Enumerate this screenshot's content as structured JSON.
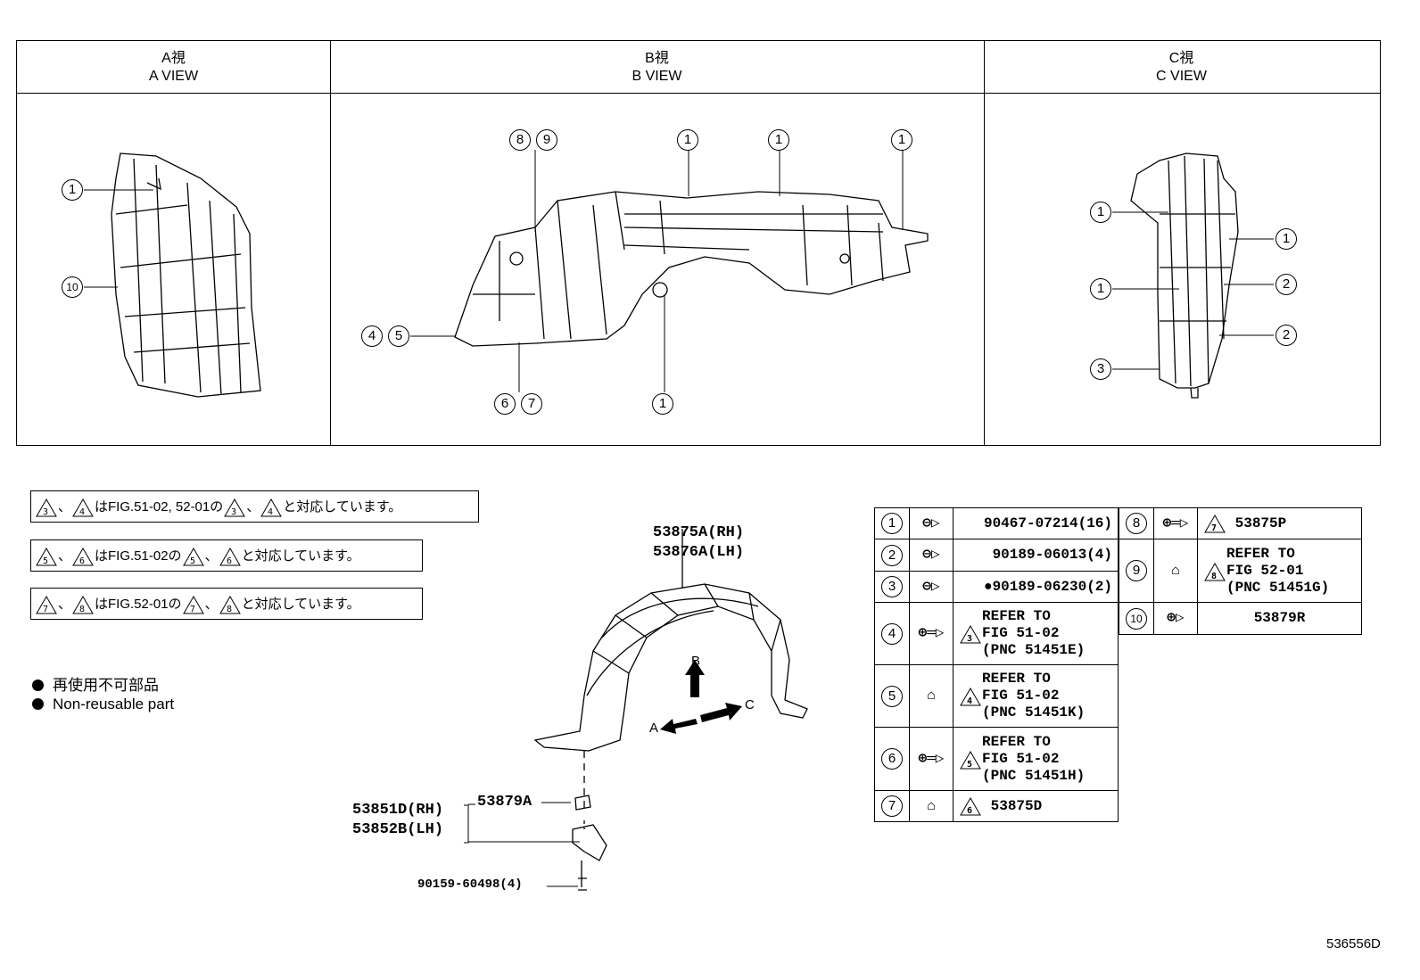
{
  "views": [
    {
      "jp": "A視",
      "en": "A VIEW"
    },
    {
      "jp": "B視",
      "en": "B VIEW"
    },
    {
      "jp": "C視",
      "en": "C VIEW"
    }
  ],
  "view_a_callouts": [
    "1",
    "10"
  ],
  "view_b_callouts": [
    "8",
    "9",
    "1",
    "1",
    "1",
    "4",
    "5",
    "6",
    "7",
    "1"
  ],
  "view_c_callouts": [
    "1",
    "1",
    "1",
    "2",
    "2",
    "3"
  ],
  "notes": [
    {
      "t1": "3",
      "t2": "4",
      "pre": "、",
      "mid": "はFIG.51-02, 52-01の",
      "t3": "3",
      "t4": "4",
      "sep": "、",
      "post": "と対応しています。"
    },
    {
      "t1": "5",
      "t2": "6",
      "pre": "、",
      "mid": "はFIG.51-02の",
      "t3": "5",
      "t4": "6",
      "sep": "、",
      "post": "と対応しています。"
    },
    {
      "t1": "7",
      "t2": "8",
      "pre": "、",
      "mid": "はFIG.52-01の",
      "t3": "7",
      "t4": "8",
      "sep": "、",
      "post": "と対応しています。"
    }
  ],
  "legend": {
    "jp": "再使用不可部品",
    "en": "Non-reusable part"
  },
  "main_part": {
    "rh": "53875A(RH)",
    "lh": "53876A(LH)"
  },
  "bracket": {
    "rh": "53851D(RH)",
    "lh": "53852B(LH)",
    "clip": "53879A",
    "bolt": "90159-60498(4)"
  },
  "arrows": {
    "a": "A",
    "b": "B",
    "c": "C"
  },
  "parts_left": [
    {
      "n": "1",
      "text": "90467-07214(16)"
    },
    {
      "n": "2",
      "text": "90189-06013(4)"
    },
    {
      "n": "3",
      "text": "●90189-06230(2)"
    },
    {
      "n": "4",
      "tri": "3",
      "l1": "REFER TO",
      "l2": "FIG 51-02",
      "l3": "(PNC 51451E)"
    },
    {
      "n": "5",
      "tri": "4",
      "l1": "REFER TO",
      "l2": "FIG 51-02",
      "l3": "(PNC 51451K)"
    },
    {
      "n": "6",
      "tri": "5",
      "l1": "REFER TO",
      "l2": "FIG 51-02",
      "l3": "(PNC 51451H)"
    },
    {
      "n": "7",
      "tri": "6",
      "text": "53875D"
    }
  ],
  "parts_right": [
    {
      "n": "8",
      "tri": "7",
      "text": "53875P"
    },
    {
      "n": "9",
      "tri": "8",
      "l1": "REFER TO",
      "l2": "FIG 52-01",
      "l3": "(PNC 51451G)"
    },
    {
      "n": "10",
      "text": "53879R"
    }
  ],
  "figure_id": "536556D"
}
